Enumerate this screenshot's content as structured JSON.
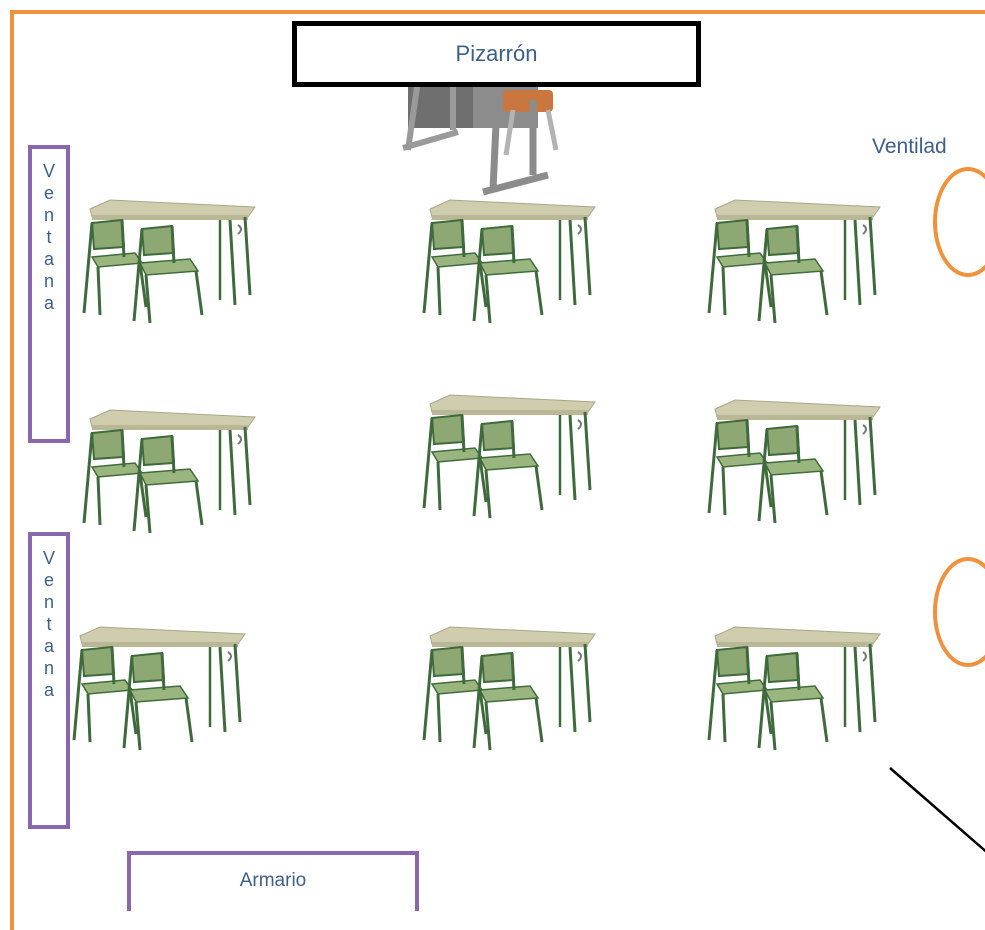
{
  "board": {
    "label": "Pizarrón"
  },
  "armario": {
    "label": "Armario"
  },
  "ventilation": {
    "label": "Ventilad"
  },
  "windows": [
    {
      "letters": [
        "V",
        "e",
        "n",
        "t",
        "a",
        "n",
        "a"
      ]
    },
    {
      "letters": [
        "V",
        "e",
        "n",
        "t",
        "a",
        "n",
        "a"
      ]
    }
  ],
  "desks": {
    "rows": 3,
    "columns": 3
  },
  "colors": {
    "wall": "#f0913e",
    "window_border": "#8a66ad",
    "text": "#3d5f8c",
    "desk_top": "#c9c7a6",
    "desk_frame": "#3f6b3c",
    "chair": "#8da872"
  }
}
